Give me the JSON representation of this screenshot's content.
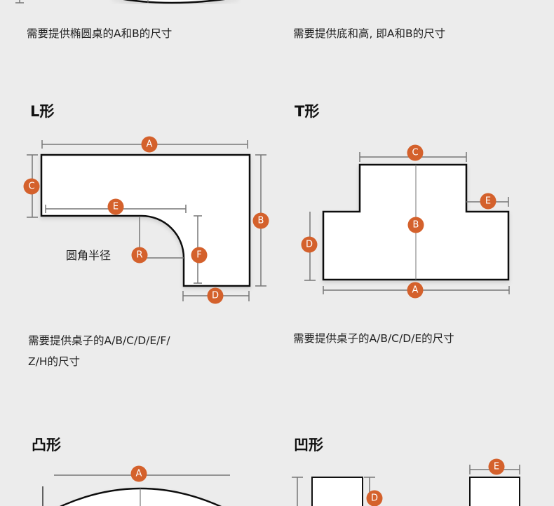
{
  "colors": {
    "background": "#ececec",
    "badge": "#d4612c",
    "shape_fill": "#ffffff",
    "shape_stroke": "#111111",
    "dimension_line": "#777777"
  },
  "sections": {
    "ellipse": {
      "caption": "需要提供椭圆桌的A和B的尺寸"
    },
    "triangle": {
      "caption": "需要提供底和高, 即A和B的尺寸"
    },
    "l_shape": {
      "title": "L形",
      "badges": {
        "A": "A",
        "B": "B",
        "C": "C",
        "D": "D",
        "E": "E",
        "F": "F",
        "R": "R"
      },
      "radius_label": "圆角半径",
      "caption_line1": "需要提供桌子的A/B/C/D/E/F/",
      "caption_line2": "Z/H的尺寸"
    },
    "t_shape": {
      "title": "T形",
      "badges": {
        "A": "A",
        "B": "B",
        "C": "C",
        "D": "D",
        "E": "E"
      },
      "caption": "需要提供桌子的A/B/C/D/E的尺寸"
    },
    "convex": {
      "title": "凸形",
      "badges": {
        "A": "A"
      }
    },
    "concave": {
      "title": "凹形",
      "badges": {
        "D": "D",
        "E": "E"
      }
    }
  }
}
